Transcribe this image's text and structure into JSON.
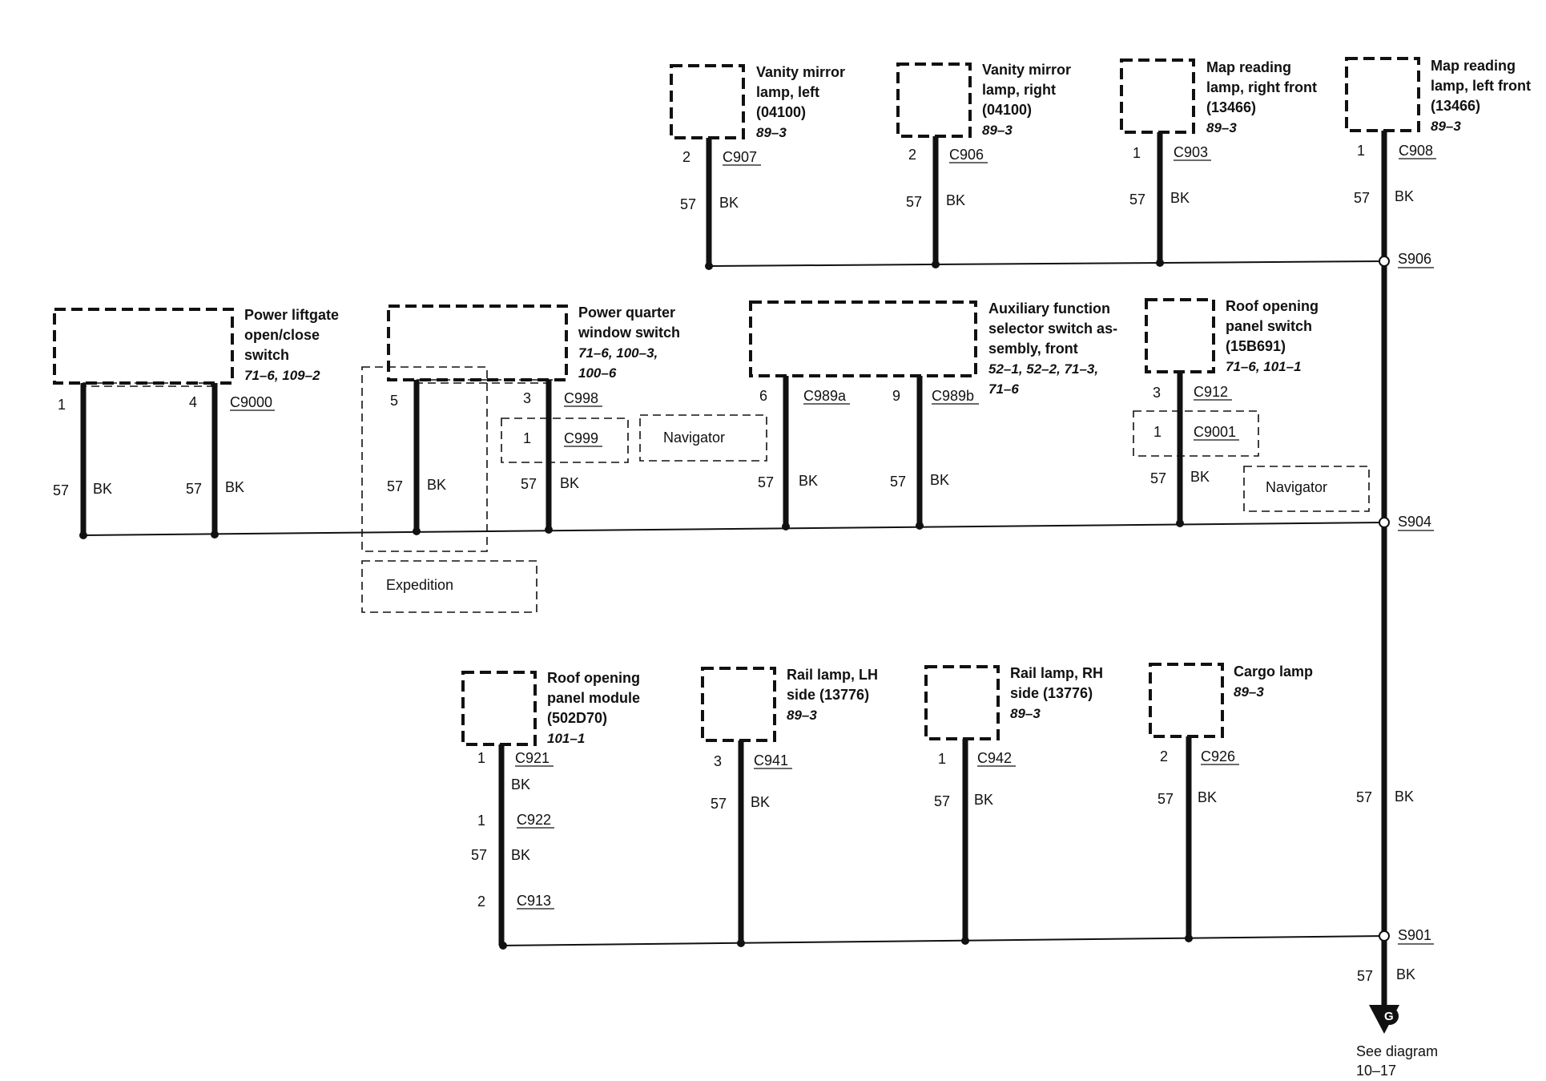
{
  "wire": {
    "circuit": "57",
    "color": "BK"
  },
  "top_components": [
    {
      "id": "vanity-left",
      "name": [
        "Vanity mirror",
        "lamp, left",
        "(04100)"
      ],
      "ref": "89–3",
      "pin": "2",
      "connector": "C907"
    },
    {
      "id": "vanity-right",
      "name": [
        "Vanity mirror",
        "lamp, right",
        "(04100)"
      ],
      "ref": "89–3",
      "pin": "2",
      "connector": "C906"
    },
    {
      "id": "map-right",
      "name": [
        "Map reading",
        "lamp, right front",
        "(13466)"
      ],
      "ref": "89–3",
      "pin": "1",
      "connector": "C903"
    },
    {
      "id": "map-left",
      "name": [
        "Map reading",
        "lamp, left front",
        "(13466)"
      ],
      "ref": "89–3",
      "pin": "1",
      "connector": "C908"
    }
  ],
  "middle_components": [
    {
      "id": "liftgate",
      "name": [
        "Power liftgate",
        "open/close",
        "switch"
      ],
      "refs": [
        "71–6, 109–2"
      ],
      "pins": [
        {
          "pin": "1"
        },
        {
          "pin": "4",
          "connector": "C9000"
        }
      ]
    },
    {
      "id": "quarter-window",
      "name": [
        "Power quarter",
        "window switch"
      ],
      "refs": [
        "71–6, 100–3,",
        "100–6"
      ],
      "pins": [
        {
          "pin": "5"
        },
        {
          "pin": "3",
          "connector": "C998"
        }
      ]
    },
    {
      "id": "aux-selector",
      "name": [
        "Auxiliary function",
        "selector switch as-",
        "sembly, front"
      ],
      "refs": [
        "52–1, 52–2, 71–3,",
        "71–6"
      ],
      "pins": [
        {
          "pin": "6",
          "connector": "C989a"
        },
        {
          "pin": "9",
          "connector": "C989b"
        }
      ]
    },
    {
      "id": "roof-switch",
      "name": [
        "Roof opening",
        "panel switch",
        "(15B691)"
      ],
      "refs": [
        "71–6, 101–1"
      ],
      "pins": [
        {
          "pin": "3",
          "connector": "C912"
        }
      ]
    }
  ],
  "middle_inline": [
    {
      "pin": "1",
      "connector": "C999"
    },
    {
      "pin": "1",
      "connector": "C9001"
    }
  ],
  "variants": {
    "navigator": "Navigator",
    "expedition": "Expedition"
  },
  "bottom_components": [
    {
      "id": "roof-module",
      "name": [
        "Roof opening",
        "panel module",
        "(502D70)"
      ],
      "ref": "101–1",
      "pin": "1",
      "connector": "C921"
    },
    {
      "id": "rail-lh",
      "name": [
        "Rail lamp, LH",
        "side (13776)"
      ],
      "ref": "89–3",
      "pin": "3",
      "connector": "C941"
    },
    {
      "id": "rail-rh",
      "name": [
        "Rail lamp, RH",
        "side (13776)"
      ],
      "ref": "89–3",
      "pin": "1",
      "connector": "C942"
    },
    {
      "id": "cargo",
      "name": [
        "Cargo lamp"
      ],
      "ref": "89–3",
      "pin": "2",
      "connector": "C926"
    }
  ],
  "module_chain": [
    {
      "pin": "1",
      "connector": "C922"
    },
    {
      "pin": "2",
      "connector": "C913"
    }
  ],
  "splices": [
    "S906",
    "S904",
    "S901"
  ],
  "ground": {
    "label": "G",
    "note": [
      "See diagram",
      "10–17"
    ]
  }
}
